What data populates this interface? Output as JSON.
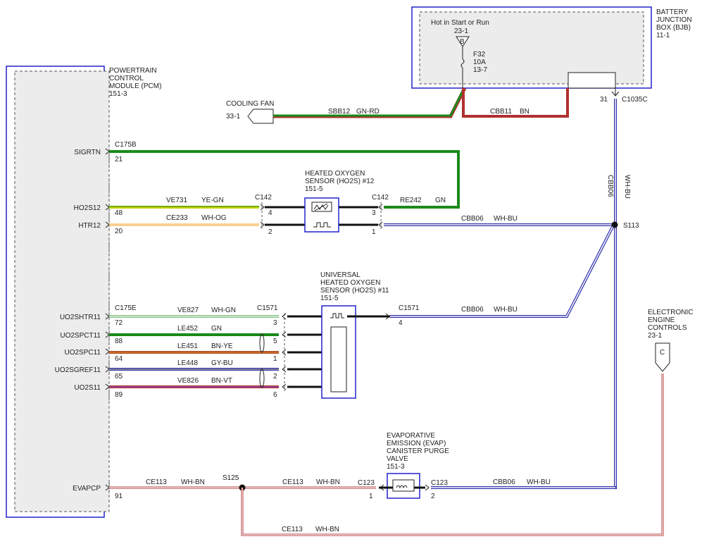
{
  "bjb": {
    "title_lines": [
      "BATTERY",
      "JUNCTION",
      "BOX (BJB)",
      "11-1"
    ],
    "hot_label": "Hot in Start or Run",
    "hot_ref": "23-1",
    "bus_letter": "B",
    "fuse_lines": [
      "F32",
      "10A",
      "13-7"
    ],
    "connector": "C1035C",
    "pin": "31"
  },
  "pcm": {
    "title_lines": [
      "POWERTRAIN",
      "CONTROL",
      "MODULE (PCM)",
      "151-3"
    ]
  },
  "cooling_fan": {
    "title": "COOLING FAN",
    "ref": "33-1",
    "wire_circuit": "SBB12",
    "wire_color": "GN-RD"
  },
  "cbb11": {
    "circuit": "CBB11",
    "color": "BN"
  },
  "pcm_pins": {
    "sigrtn": "SIGRTN",
    "ho2s12": "HO2S12",
    "htr12": "HTR12",
    "uo2shtr11": "UO2SHTR11",
    "uo2spct11": "UO2SPCT11",
    "uo2spc11": "UO2SPC11",
    "uo2sgref11": "UO2SGREF11",
    "uo2s11": "UO2S11",
    "evapcp": "EVAPCP"
  },
  "connectors": {
    "c175b": "C175B",
    "c175e": "C175E",
    "c142": "C142",
    "c1571": "C1571",
    "c123": "C123"
  },
  "pin_numbers": {
    "p21": "21",
    "p48": "48",
    "p20": "20",
    "p72": "72",
    "p88": "88",
    "p64": "64",
    "p65": "65",
    "p89": "89",
    "p91": "91",
    "c142_4": "4",
    "c142_2": "2",
    "c142_3": "3",
    "c142_1": "1",
    "c1571_3": "3",
    "c1571_5": "5",
    "c1571_1": "1",
    "c1571_2": "2",
    "c1571_6": "6",
    "c1571_4": "4",
    "c123_1": "1",
    "c123_2": "2"
  },
  "wires": {
    "ve731": {
      "circuit": "VE731",
      "color": "YE-GN"
    },
    "ce233": {
      "circuit": "CE233",
      "color": "WH-OG"
    },
    "re242": {
      "circuit": "RE242",
      "color": "GN"
    },
    "cbb06": {
      "circuit": "CBB06",
      "color": "WH-BU"
    },
    "ve827": {
      "circuit": "VE827",
      "color": "WH-GN"
    },
    "le452": {
      "circuit": "LE452",
      "color": "GN"
    },
    "le451": {
      "circuit": "LE451",
      "color": "BN-YE"
    },
    "le448": {
      "circuit": "LE448",
      "color": "GY-BU"
    },
    "ve826": {
      "circuit": "VE826",
      "color": "BN-VT"
    },
    "ce113": {
      "circuit": "CE113",
      "color": "WH-BN"
    }
  },
  "ho2s12": {
    "title_lines": [
      "HEATED OXYGEN",
      "SENSOR (HO2S) #12",
      "151-5"
    ]
  },
  "uho2s11": {
    "title_lines": [
      "UNIVERSAL",
      "HEATED OXYGEN",
      "SENSOR (HO2S) #11",
      "151-5"
    ]
  },
  "evap": {
    "title_lines": [
      "EVAPORATIVE",
      "EMISSION (EVAP)",
      "CANISTER PURGE",
      "VALVE",
      "151-3"
    ]
  },
  "eec": {
    "title_lines": [
      "ELECTRONIC",
      "ENGINE",
      "CONTROLS",
      "23-1"
    ],
    "letter": "C"
  },
  "splices": {
    "s113": "S113",
    "s125": "S125"
  },
  "colors": {
    "module_blue": "#2222cc",
    "green": "#1a8a1a",
    "brown_red": "#b03030",
    "yellow_green": "#c8d400",
    "orange": "#f0a020",
    "wire_blue": "#3333aa",
    "dash_gray": "#555555"
  }
}
